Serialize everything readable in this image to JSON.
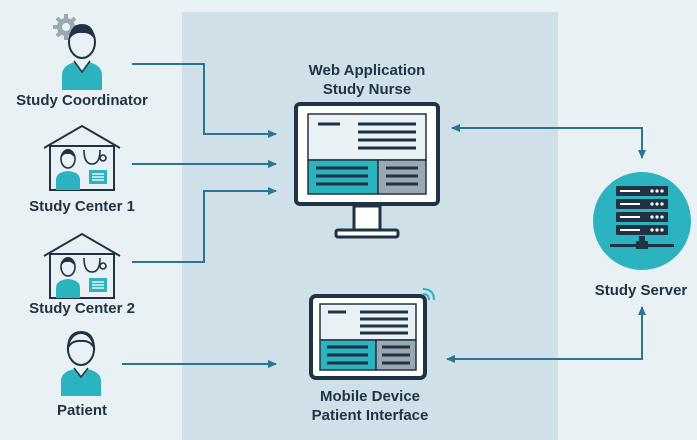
{
  "colors": {
    "background": "#eaf1f5",
    "panel": "#cfe0e8",
    "accent": "#2bb3c0",
    "dark": "#1f3344",
    "arrow": "#2a7594"
  },
  "actors": [
    {
      "label": "Study Coordinator",
      "icon": "user-gear-icon"
    },
    {
      "label": "Study Center 1",
      "icon": "clinic-icon"
    },
    {
      "label": "Study Center 2",
      "icon": "clinic-icon"
    },
    {
      "label": "Patient",
      "icon": "user-icon"
    }
  ],
  "web_app": {
    "line1": "Web Application",
    "line2": "Study Nurse",
    "icon": "monitor-icon"
  },
  "mobile": {
    "line1": "Mobile Device",
    "line2": "Patient Interface",
    "icon": "tablet-icon"
  },
  "server": {
    "label": "Study Server",
    "icon": "server-icon"
  }
}
